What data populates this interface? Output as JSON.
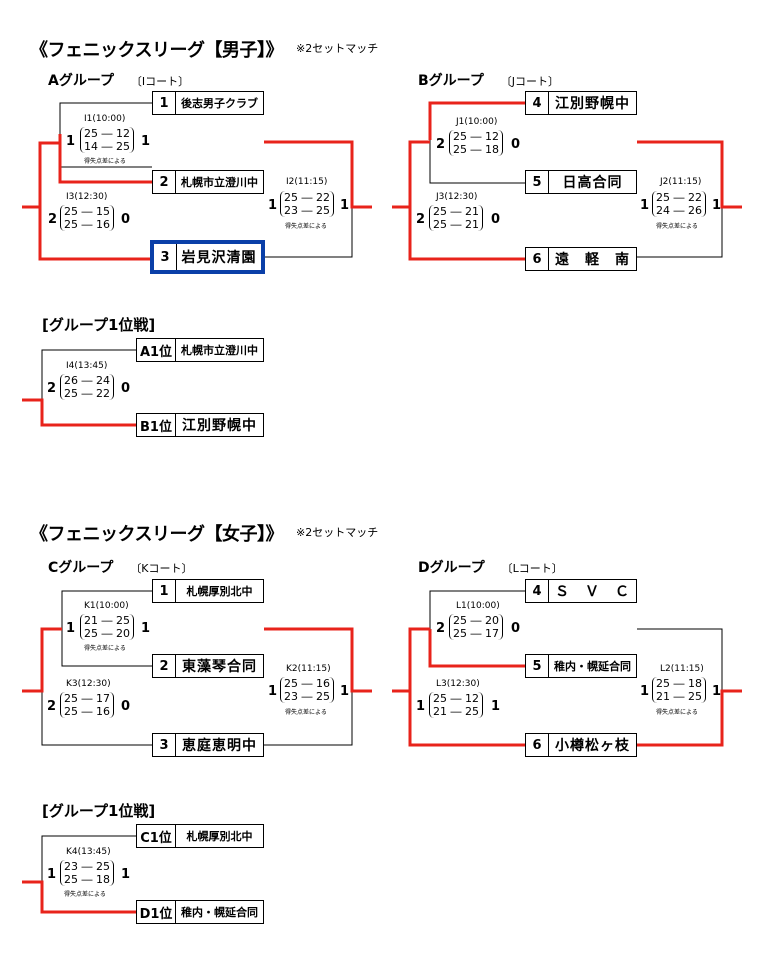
{
  "boys": {
    "title": "《フェニックスリーグ【男子】》",
    "note": "※2セットマッチ",
    "group_a": {
      "title": "Aグループ",
      "court": "〔Iコート〕",
      "teams": [
        {
          "num": "1",
          "name": "後志男子クラブ"
        },
        {
          "num": "2",
          "name": "札幌市立澄川中"
        },
        {
          "num": "3",
          "name": "岩見沢清園"
        }
      ],
      "matches": [
        {
          "label": "I1(10:00)",
          "score1": "25 ― 12",
          "score2": "14 ― 25",
          "left": "1",
          "right": "1",
          "note": "得失点差による"
        },
        {
          "label": "I3(12:30)",
          "score1": "25 ― 15",
          "score2": "25 ― 16",
          "left": "2",
          "right": "0",
          "note": ""
        },
        {
          "label": "I2(11:15)",
          "score1": "25 ― 22",
          "score2": "23 ― 25",
          "left": "1",
          "right": "1",
          "note": "得失点差による"
        }
      ]
    },
    "group_b": {
      "title": "Bグループ",
      "court": "〔Jコート〕",
      "teams": [
        {
          "num": "4",
          "name": "江別野幌中"
        },
        {
          "num": "5",
          "name": "日高合同"
        },
        {
          "num": "6",
          "name": "遠　軽　南"
        }
      ],
      "matches": [
        {
          "label": "J1(10:00)",
          "score1": "25 ― 12",
          "score2": "25 ― 18",
          "left": "2",
          "right": "0",
          "note": ""
        },
        {
          "label": "J3(12:30)",
          "score1": "25 ― 21",
          "score2": "25 ― 21",
          "left": "2",
          "right": "0",
          "note": ""
        },
        {
          "label": "J2(11:15)",
          "score1": "25 ― 22",
          "score2": "24 ― 26",
          "left": "1",
          "right": "1",
          "note": "得失点差による"
        }
      ]
    },
    "final": {
      "title": "[グループ1位戦]",
      "teams": [
        {
          "num": "A1位",
          "name": "札幌市立澄川中"
        },
        {
          "num": "B1位",
          "name": "江別野幌中"
        }
      ],
      "match": {
        "label": "I4(13:45)",
        "score1": "26 ― 24",
        "score2": "25 ― 22",
        "left": "2",
        "right": "0",
        "note": ""
      }
    }
  },
  "girls": {
    "title": "《フェニックスリーグ【女子】》",
    "note": "※2セットマッチ",
    "group_c": {
      "title": "Cグループ",
      "court": "〔Kコート〕",
      "teams": [
        {
          "num": "1",
          "name": "札幌厚別北中"
        },
        {
          "num": "2",
          "name": "東藻琴合同"
        },
        {
          "num": "3",
          "name": "恵庭恵明中"
        }
      ],
      "matches": [
        {
          "label": "K1(10:00)",
          "score1": "21 ― 25",
          "score2": "25 ― 20",
          "left": "1",
          "right": "1",
          "note": "得失点差による"
        },
        {
          "label": "K3(12:30)",
          "score1": "25 ― 17",
          "score2": "25 ― 16",
          "left": "2",
          "right": "0",
          "note": ""
        },
        {
          "label": "K2(11:15)",
          "score1": "25 ― 16",
          "score2": "23 ― 25",
          "left": "1",
          "right": "1",
          "note": "得失点差による"
        }
      ]
    },
    "group_d": {
      "title": "Dグループ",
      "court": "〔Lコート〕",
      "teams": [
        {
          "num": "4",
          "name": "Ｓ　Ｖ　Ｃ"
        },
        {
          "num": "5",
          "name": "稚内・幌延合同"
        },
        {
          "num": "6",
          "name": "小樽松ヶ枝"
        }
      ],
      "matches": [
        {
          "label": "L1(10:00)",
          "score1": "25 ― 20",
          "score2": "25 ― 17",
          "left": "2",
          "right": "0",
          "note": ""
        },
        {
          "label": "L3(12:30)",
          "score1": "25 ― 12",
          "score2": "21 ― 25",
          "left": "1",
          "right": "1",
          "note": ""
        },
        {
          "label": "L2(11:15)",
          "score1": "25 ― 18",
          "score2": "21 ― 25",
          "left": "1",
          "right": "1",
          "note": "得失点差による"
        }
      ]
    },
    "final": {
      "title": "[グループ1位戦]",
      "teams": [
        {
          "num": "C1位",
          "name": "札幌厚別北中"
        },
        {
          "num": "D1位",
          "name": "稚内・幌延合同"
        }
      ],
      "match": {
        "label": "K4(13:45)",
        "score1": "23 ― 25",
        "score2": "25 ― 18",
        "left": "1",
        "right": "1",
        "note": "得失点差による"
      }
    }
  },
  "colors": {
    "win_line": "#e8231b",
    "line": "#000000",
    "highlight": "#0a3fa8"
  }
}
